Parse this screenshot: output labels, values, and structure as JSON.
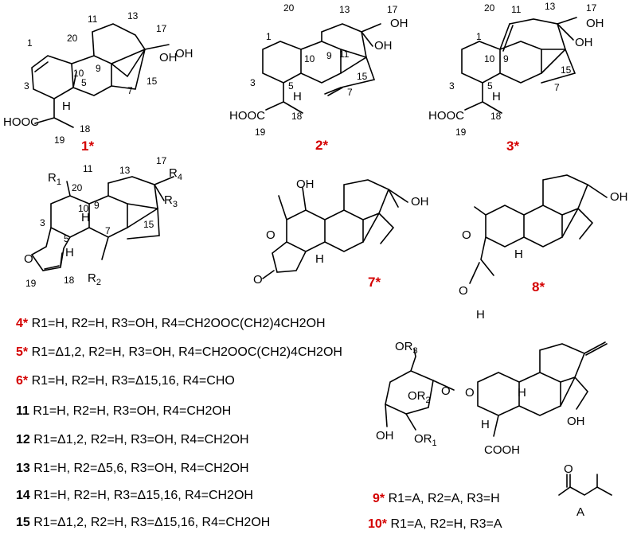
{
  "compound_labels": [
    "1*",
    "2*",
    "3*",
    "7*",
    "8*"
  ],
  "atoms": {
    "oh": "OH",
    "o": "O",
    "h": "H",
    "cooh_left": "HOOC",
    "cooh_right": "COOH",
    "r1": "R1",
    "r2": "R2",
    "r3": "R3",
    "r4": "R4",
    "or1": "OR1",
    "or2": "OR2",
    "or3": "OR3",
    "a_label": "A"
  },
  "legend": {
    "rows": [
      {
        "label": "4*",
        "red": true,
        "text": "R1=H, R2=H, R3=OH, R4=CH2OOC(CH2)4CH2OH"
      },
      {
        "label": "5*",
        "red": true,
        "text": "R1=Δ1,2, R2=H, R3=OH, R4=CH2OOC(CH2)4CH2OH"
      },
      {
        "label": "6*",
        "red": true,
        "text": "R1=H, R2=H, R3=Δ15,16, R4=CHO"
      },
      {
        "label": "11",
        "red": false,
        "text": "R1=H, R2=H, R3=OH, R4=CH2OH"
      },
      {
        "label": "12",
        "red": false,
        "text": "R1=Δ1,2, R2=H, R3=OH, R4=CH2OH"
      },
      {
        "label": "13",
        "red": false,
        "text": "R1=H, R2=Δ5,6, R3=OH, R4=CH2OH"
      },
      {
        "label": "14",
        "red": false,
        "text": "R1=H, R2=H, R3=Δ15,16, R4=CH2OH"
      },
      {
        "label": "15",
        "red": false,
        "text": "R1=Δ1,2, R2=H, R3=Δ15,16, R4=CH2OH"
      }
    ],
    "glyco": [
      {
        "label": "9*",
        "text": "R1=A, R2=A, R3=H"
      },
      {
        "label": "10*",
        "text": "R1=A, R2=H, R3=A"
      }
    ]
  }
}
